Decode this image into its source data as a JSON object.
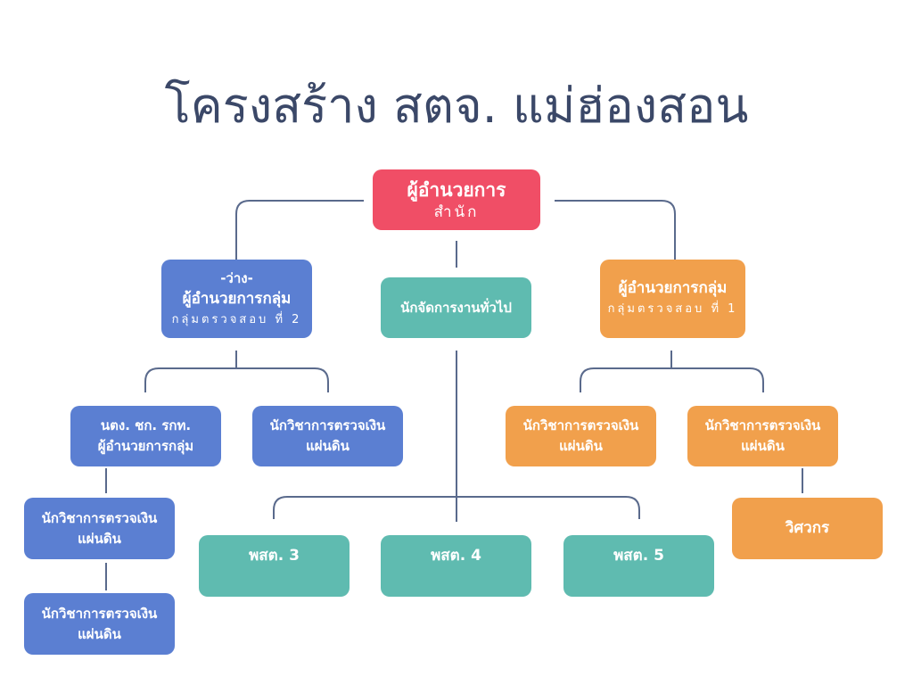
{
  "title": "โครงสร้าง สตจ. แม่ฮ่องสอน",
  "director": {
    "line1": "ผู้อำนวยการ",
    "line2": "สำนัก"
  },
  "group2": {
    "line0": "-ว่าง-",
    "line1": "ผู้อำนวยการกลุ่ม",
    "line2": "กลุ่มตรวจสอบ ที่ 2"
  },
  "general": {
    "label": "นักจัดการงานทั่วไป"
  },
  "group1": {
    "line1": "ผู้อำนวยการกลุ่ม",
    "line2": "กลุ่มตรวจสอบ ที่ 1"
  },
  "left_sub": {
    "line1": "นตง. ชก. รกท.",
    "line2": "ผู้อำนวยการกลุ่ม"
  },
  "auditor": {
    "line1": "นักวิชาการตรวจเงิน",
    "line2": "แผ่นดิน"
  },
  "engineer": {
    "label": "วิศวกร"
  },
  "provinces": [
    "พสต. 3",
    "พสต. 4",
    "พสต. 5"
  ],
  "colors": {
    "director": "#f04e66",
    "group2": "#5b7fd2",
    "general": "#5fbbb0",
    "group1": "#f1a04c",
    "line": "#5a6a8c"
  }
}
